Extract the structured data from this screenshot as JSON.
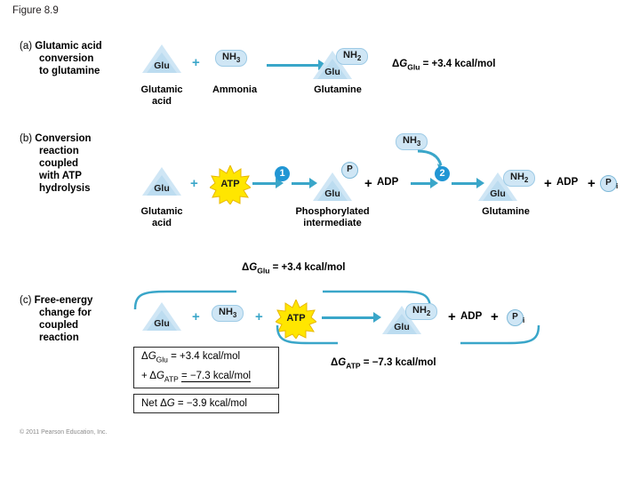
{
  "figure": {
    "title": "Figure 8.9"
  },
  "copyright": "© 2011 Pearson Education, Inc.",
  "sections": {
    "a": {
      "tag": "(a)",
      "label_lines": [
        "Glutamic acid",
        "conversion",
        "to glutamine"
      ],
      "glu_label": "Glu",
      "reactant_caption": "Glutamic\nacid",
      "plus": "+",
      "ammonia_box": "NH3",
      "ammonia_caption": "Ammonia",
      "product_box": "NH2",
      "product_glu_label": "Glu",
      "product_caption": "Glutamine",
      "delta_g": "ΔGGlu = +3.4 kcal/mol"
    },
    "b": {
      "tag": "(b)",
      "label_lines": [
        "Conversion",
        "reaction",
        "coupled",
        "with ATP",
        "hydrolysis"
      ],
      "glu_label": "Glu",
      "reactant_caption": "Glutamic\nacid",
      "plus1": "+",
      "atp_label": "ATP",
      "step1": "1",
      "step2": "2",
      "p_circle": "P",
      "intermediate_glu_label": "Glu",
      "intermediate_caption": "Phosphorylated\nintermediate",
      "plus2": "+",
      "adp1": "ADP",
      "nh3_box": "NH3",
      "product_box": "NH2",
      "product_glu_label": "Glu",
      "product_caption": "Glutamine",
      "plus3": "+",
      "adp2": "ADP",
      "plus4": "+",
      "pi_circle": "P",
      "pi_sub": "i"
    },
    "c": {
      "tag": "(c)",
      "label_lines": [
        "Free-energy",
        "change for",
        "coupled",
        "reaction"
      ],
      "top_delta_g": "ΔGGlu = +3.4 kcal/mol",
      "glu_label": "Glu",
      "plus1": "+",
      "nh3_box": "NH3",
      "plus2": "+",
      "atp_label": "ATP",
      "product_box": "NH2",
      "product_glu_label": "Glu",
      "plus3": "+",
      "adp": "ADP",
      "plus4": "+",
      "pi_circle": "P",
      "pi_sub": "i",
      "atp_delta_g": "ΔGATP = −7.3 kcal/mol",
      "equation_line1": "ΔGGlu = +3.4 kcal/mol",
      "equation_line2_pre": "+ ΔGATP = ",
      "equation_line2_val": "−7.3 kcal/mol",
      "equation_net": "Net ΔG = −3.9 kcal/mol"
    }
  }
}
